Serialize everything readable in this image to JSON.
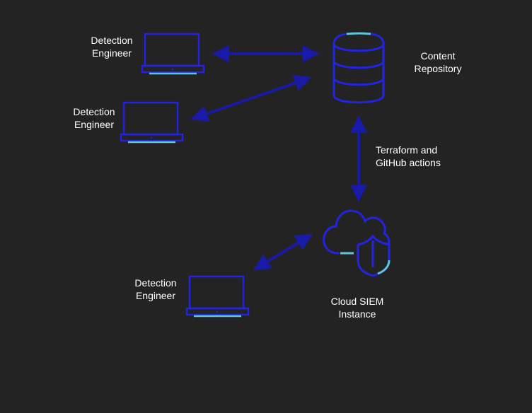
{
  "nodes": {
    "engineer_1": {
      "line1": "Detection",
      "line2": "Engineer"
    },
    "engineer_2": {
      "line1": "Detection",
      "line2": "Engineer"
    },
    "engineer_3": {
      "line1": "Detection",
      "line2": "Engineer"
    },
    "repository": {
      "line1": "Content",
      "line2": "Repository"
    },
    "siem": {
      "line1": "Cloud SIEM",
      "line2": "Instance"
    }
  },
  "edges": {
    "repo_siem": {
      "line1": "Terraform and",
      "line2": "GitHub actions"
    }
  },
  "colors": {
    "background": "#232323",
    "icon_primary": "#2323e0",
    "icon_accent": "#5ec8d8",
    "arrow": "#1a1aa8",
    "text": "#ffffff"
  },
  "icons": {
    "engineer": "laptop-icon",
    "repository": "database-icon",
    "siem": "cloud-shield-icon"
  }
}
